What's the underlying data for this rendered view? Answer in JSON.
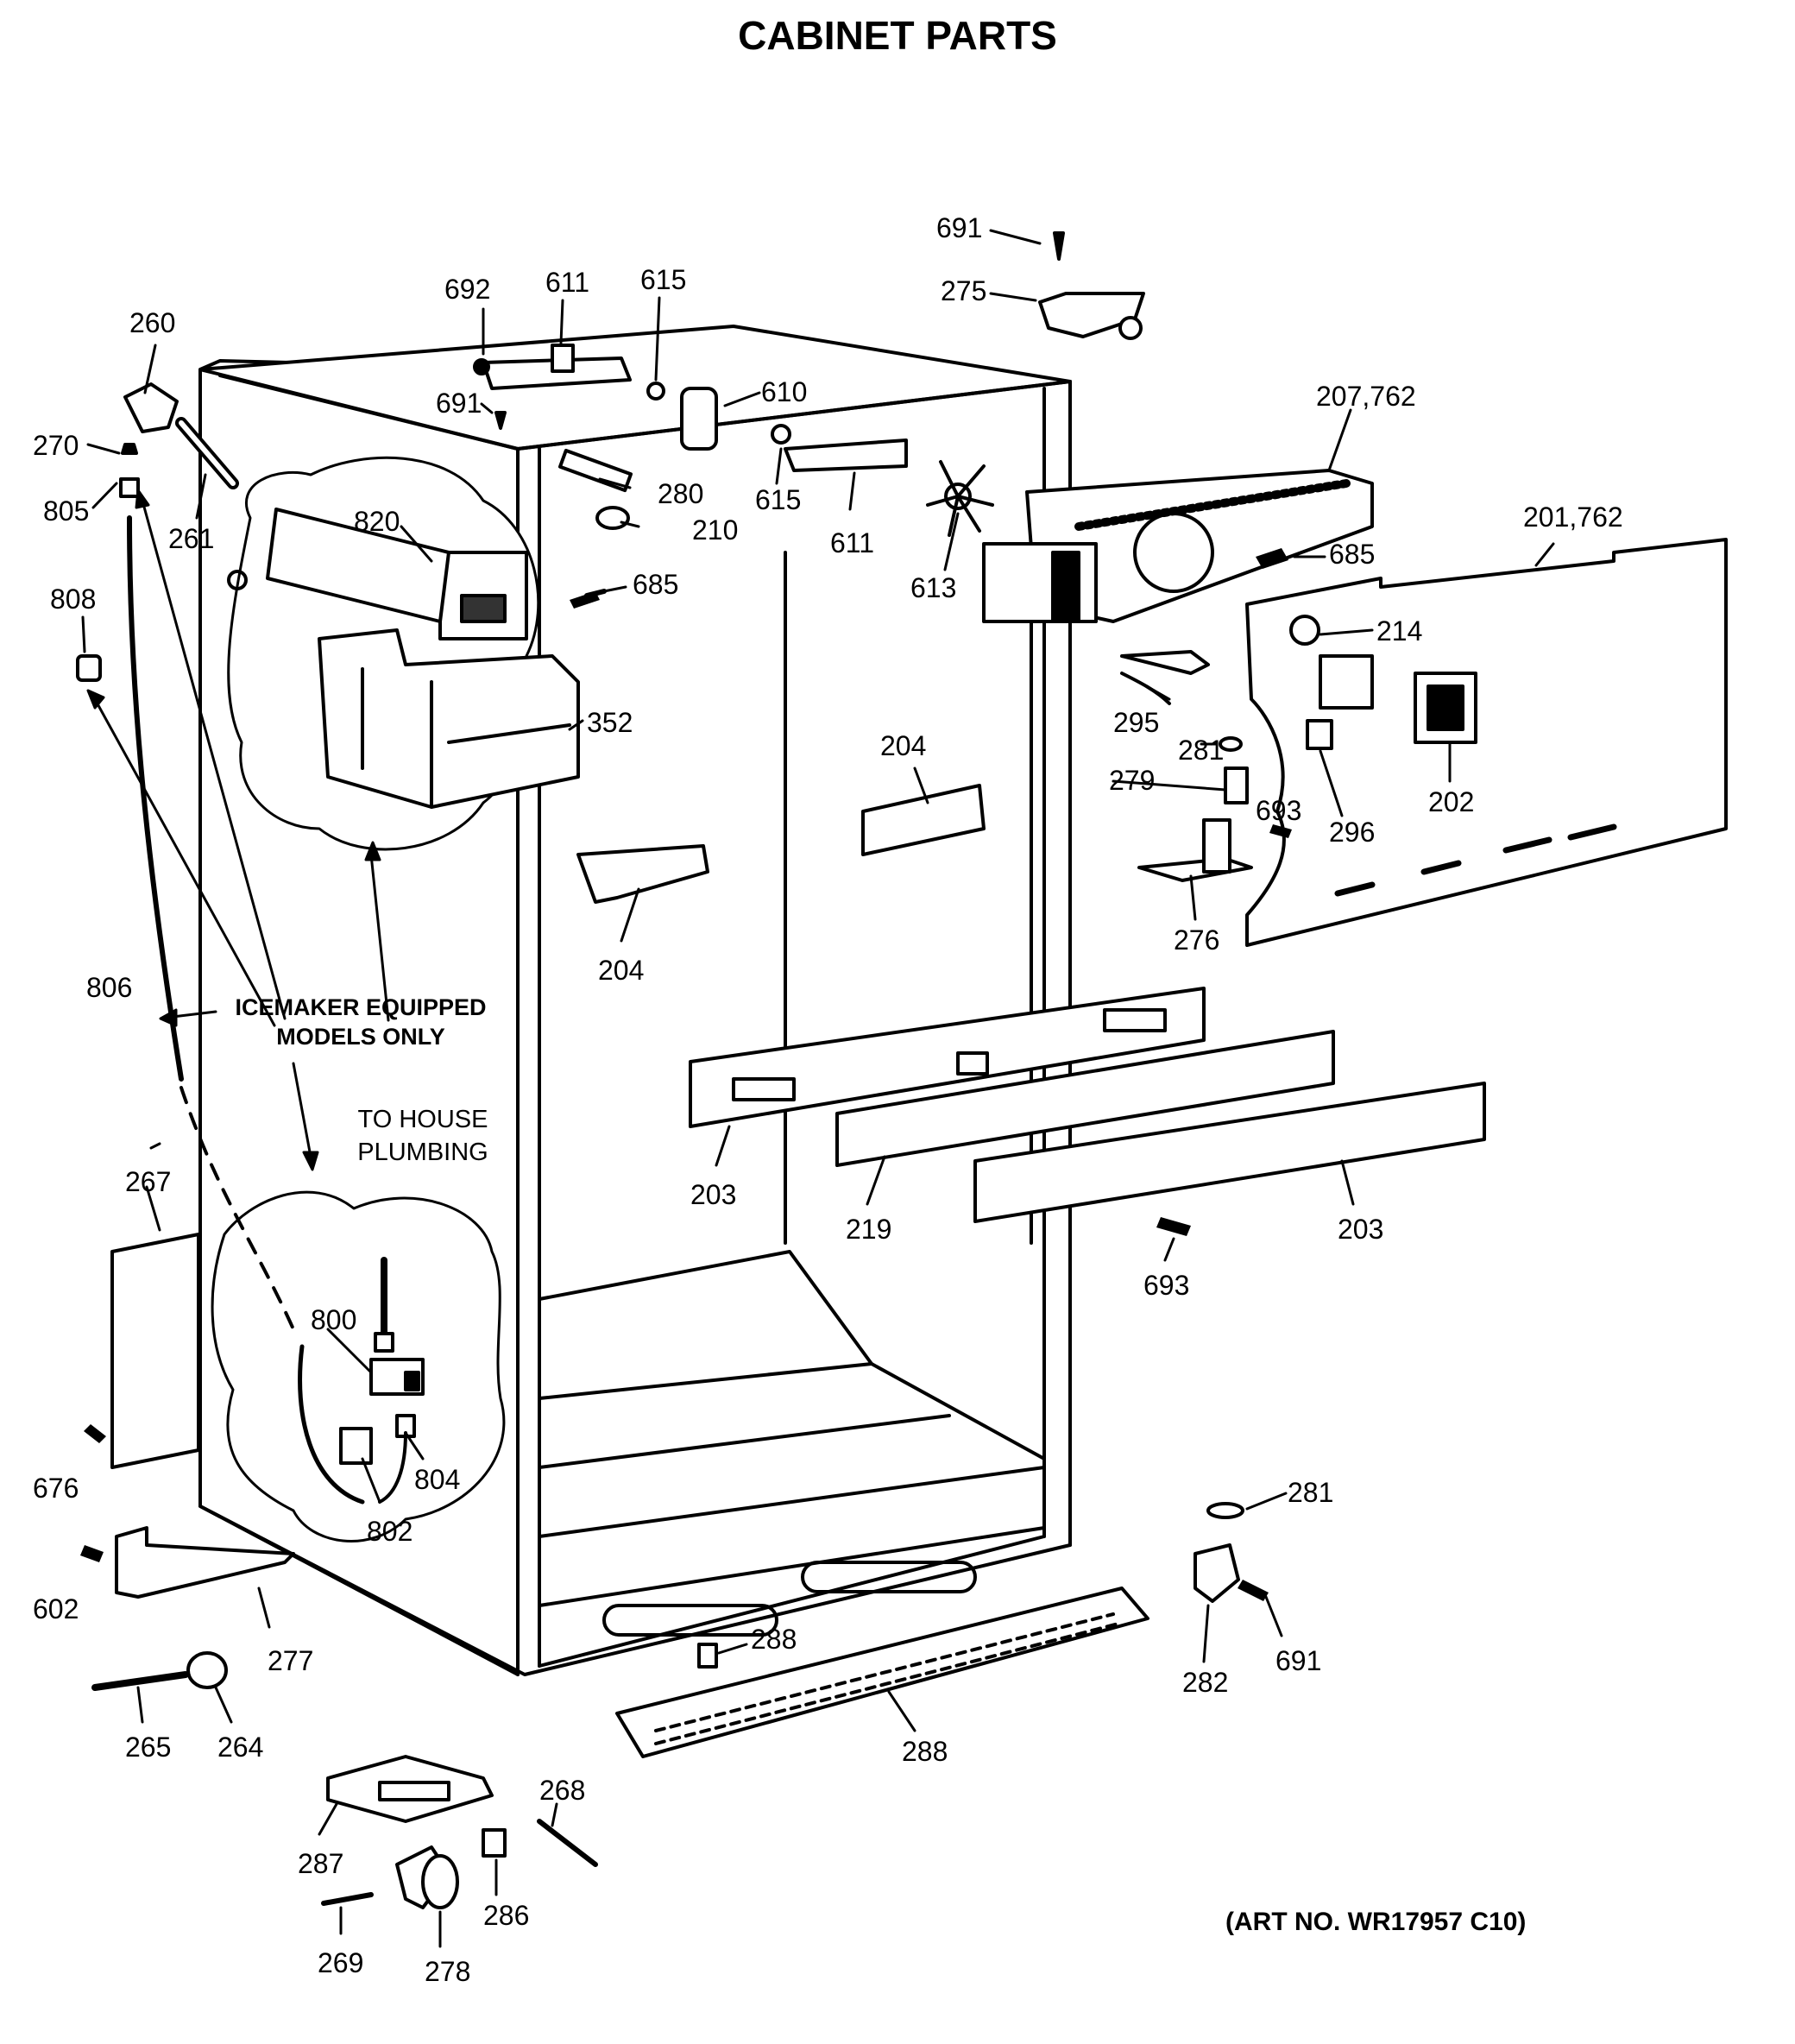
{
  "title": "CABINET PARTS",
  "art_number": "(ART NO. WR17957 C10)",
  "icemaker_note": {
    "line1": "ICEMAKER EQUIPPED",
    "line2": "MODELS ONLY"
  },
  "plumbing_note": {
    "line1": "TO HOUSE",
    "line2": "PLUMBING"
  },
  "part_labels": {
    "p691_top": "691",
    "p275": "275",
    "p692": "692",
    "p611_top": "611",
    "p615_top": "615",
    "p610": "610",
    "p691_mid": "691",
    "p615_mid": "615",
    "p611_mid": "611",
    "p207_762": "207,762",
    "p201_762": "201,762",
    "p260": "260",
    "p270": "270",
    "p805": "805",
    "p261": "261",
    "p820": "820",
    "p280": "280",
    "p210": "210",
    "p685_left": "685",
    "p685_right": "685",
    "p613": "613",
    "p214": "214",
    "p808": "808",
    "p352": "352",
    "p295": "295",
    "p281_mid": "281",
    "p279": "279",
    "p693_mid": "693",
    "p296": "296",
    "p202": "202",
    "p204_right": "204",
    "p204_left": "204",
    "p276": "276",
    "p806": "806",
    "p203_left": "203",
    "p219": "219",
    "p203_right": "203",
    "p693_low": "693",
    "p267": "267",
    "p800": "800",
    "p676": "676",
    "p804": "804",
    "p802": "802",
    "p281_low": "281",
    "p602": "602",
    "p277": "277",
    "p288_small": "288",
    "p282": "282",
    "p691_low": "691",
    "p265": "265",
    "p264": "264",
    "p288_grille": "288",
    "p287": "287",
    "p268": "268",
    "p286": "286",
    "p269": "269",
    "p278": "278"
  }
}
